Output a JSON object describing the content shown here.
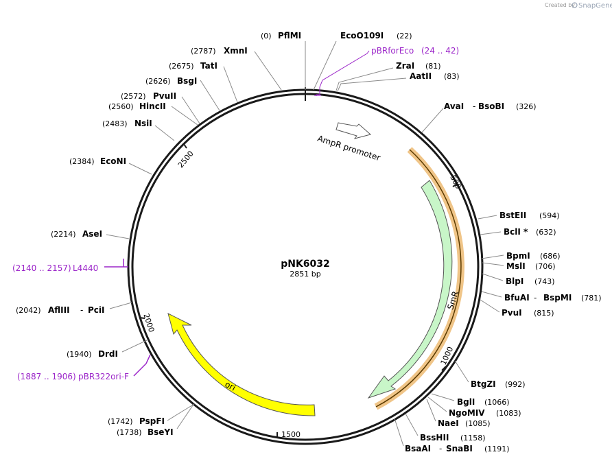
{
  "credit": {
    "prefix": "Created by",
    "brand": "SnapGene"
  },
  "plasmid": {
    "name": "pNK6032",
    "length": "2851 bp"
  },
  "ticks": [
    "500",
    "1000",
    "1500",
    "2000",
    "2500"
  ],
  "features": {
    "ampr_promoter": "AmpR promoter",
    "smr": "SmR",
    "ori": "ori"
  },
  "primers": [
    {
      "name": "pBRforEco",
      "pos": "(24 .. 42)"
    },
    {
      "name": "L4440",
      "pos": "(2140 .. 2157)"
    },
    {
      "name": "pBR322ori-F",
      "pos": "(1887 .. 1906)"
    }
  ],
  "sites": [
    {
      "name": "PflMI",
      "pos": "(0)"
    },
    {
      "name": "EcoO109I",
      "pos": "(22)"
    },
    {
      "name": "ZraI",
      "pos": "(81)"
    },
    {
      "name": "AatII",
      "pos": "(83)"
    },
    {
      "name": "AvaI",
      "sep": "-",
      "name2": "BsoBI",
      "pos": "(326)"
    },
    {
      "name": "BstEII",
      "pos": "(594)"
    },
    {
      "name": "BclI *",
      "pos": "(632)"
    },
    {
      "name": "BpmI",
      "pos": "(686)"
    },
    {
      "name": "MslI",
      "pos": "(706)"
    },
    {
      "name": "BlpI",
      "pos": "(743)"
    },
    {
      "name": "BfuAI",
      "sep": "-",
      "name2": "BspMI",
      "pos": "(781)"
    },
    {
      "name": "PvuI",
      "pos": "(815)"
    },
    {
      "name": "BtgZI",
      "pos": "(992)"
    },
    {
      "name": "BglI",
      "pos": "(1066)"
    },
    {
      "name": "NgoMIV",
      "pos": "(1083)"
    },
    {
      "name": "NaeI",
      "pos": "(1085)"
    },
    {
      "name": "BssHII",
      "pos": "(1158)"
    },
    {
      "name": "BsaAI",
      "sep": "-",
      "name2": "SnaBI",
      "pos": "(1191)"
    },
    {
      "name": "BseYI",
      "pos": "(1738)"
    },
    {
      "name": "PspFI",
      "pos": "(1742)"
    },
    {
      "name": "DrdI",
      "pos": "(1940)"
    },
    {
      "name": "AflIII",
      "sep": "-",
      "name2": "PciI",
      "pos": "(2042)"
    },
    {
      "name": "AseI",
      "pos": "(2214)"
    },
    {
      "name": "EcoNI",
      "pos": "(2384)"
    },
    {
      "name": "NsiI",
      "pos": "(2483)"
    },
    {
      "name": "HincII",
      "pos": "(2560)"
    },
    {
      "name": "PvuII",
      "pos": "(2572)"
    },
    {
      "name": "BsgI",
      "pos": "(2626)"
    },
    {
      "name": "TatI",
      "pos": "(2675)"
    },
    {
      "name": "XmnI",
      "pos": "(2787)"
    }
  ]
}
